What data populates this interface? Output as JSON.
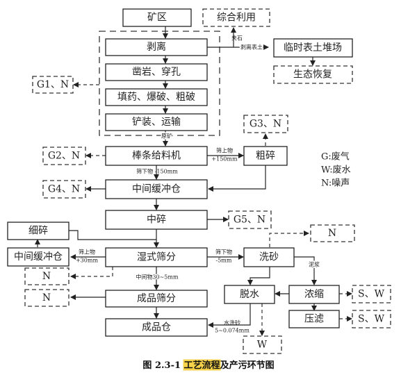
{
  "nodes": {
    "mine_area": "矿区",
    "comprehensive_use": "综合利用",
    "stripping": "剥离",
    "temp_topsoil_yard": "临时表土堆场",
    "ecological_restoration": "生态恢复",
    "drilling": "凿岩、穿孔",
    "blasting": "填药、爆破、粗破",
    "loading": "铲装、运输",
    "bar_feeder": "棒条给料机",
    "coarse_crushing": "粗碎",
    "buffer_bin_1": "中间缓冲仓",
    "medium_crushing": "中碎",
    "fine_crushing": "细碎",
    "buffer_bin_2": "中间缓冲仓",
    "wet_screening": "湿式筛分",
    "sand_washing": "洗砂",
    "dewatering": "脱水",
    "thickening": "浓缩",
    "filter_press": "压滤",
    "product_screening": "成品筛分",
    "product_bin": "成品仓"
  },
  "emissions": {
    "g1_n": "G1、N",
    "g2_n": "G2、N",
    "g3_n": "G3、N",
    "g4_n": "G4、N",
    "g5_n": "G5、N",
    "n_wash": "N",
    "n_wet": "N",
    "n_product": "N",
    "sw_thick": "S、W",
    "sw_filter": "S、W",
    "w_dewater": "W"
  },
  "edge_labels": {
    "gangue": "夹石",
    "stripped_topsoil": "剥离表土",
    "raw_ore": "原矿",
    "oversize_150_a": "筛上物",
    "oversize_150_b": "+150mm",
    "undersize_150": "筛下物 -150mm",
    "oversize_30_a": "筛上物",
    "oversize_30_b": "+30mm",
    "undersize_5_a": "筛下物",
    "undersize_5_b": "-5mm",
    "middlings": "中间物30~5mm",
    "slurry": "泥浆",
    "washed_sand_a": "水洗砂",
    "washed_sand_b": "5~0.074mm"
  },
  "legend": [
    "G:废气",
    "W:废水",
    "N:噪声"
  ],
  "caption": {
    "prefix": "图 2.3-1 ",
    "highlight": "工艺流程",
    "suffix": "及产污环节图",
    "highlight_color": "#f5d24a"
  }
}
